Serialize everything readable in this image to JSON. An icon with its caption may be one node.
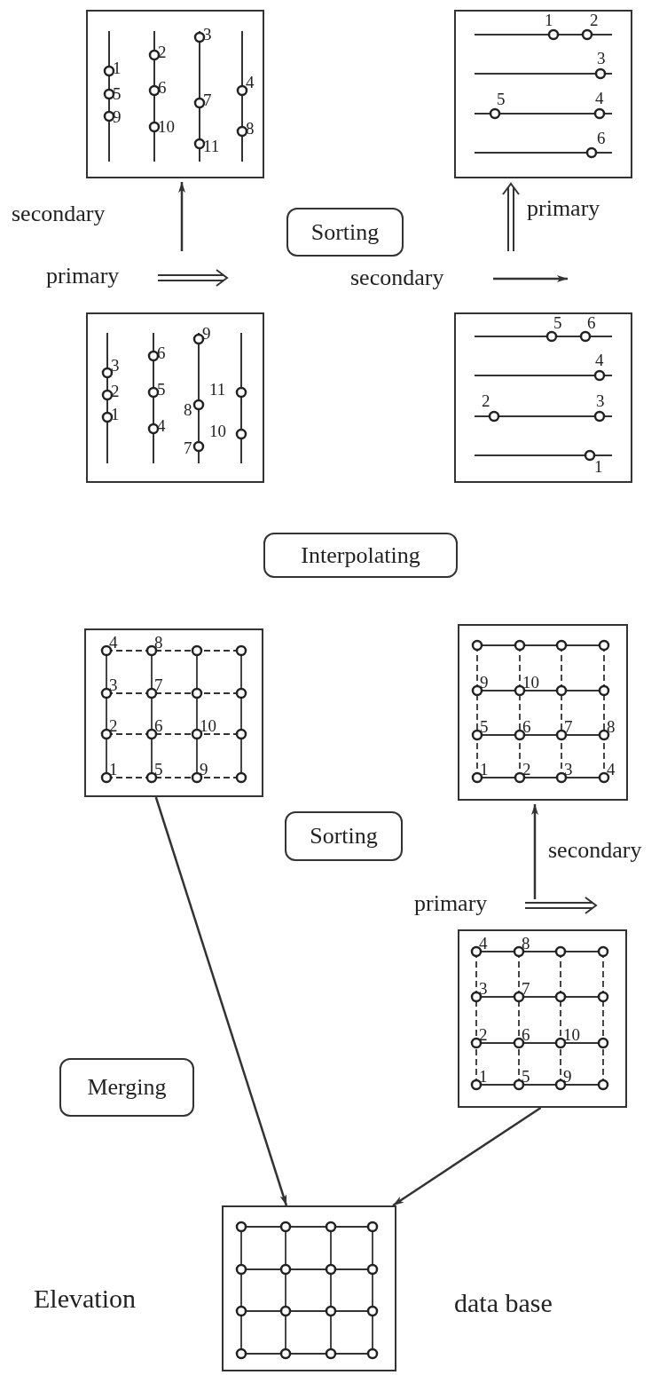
{
  "diagram": {
    "nodes": [
      {
        "text": [
          "1",
          "2",
          "3",
          "4",
          "5",
          "6",
          "7",
          "8",
          "9",
          "10",
          "11"
        ]
      },
      {
        "text": [
          "1",
          "2",
          "3",
          "4",
          "5",
          "6"
        ]
      },
      {
        "text": [
          "Sorting"
        ]
      },
      {
        "text": [
          "9",
          "6",
          "3",
          "5",
          "11",
          "2",
          "8",
          "1",
          "4",
          "10",
          "7"
        ]
      },
      {
        "text": [
          "5",
          "6",
          "4",
          "2",
          "3",
          "1"
        ]
      },
      {
        "text": [
          "Interpolating"
        ]
      },
      {
        "text": [
          "4",
          "8",
          "3",
          "7",
          "2",
          "6",
          "10",
          "1",
          "5",
          "9"
        ]
      },
      {
        "text": [
          "9",
          "10",
          "5",
          "6",
          "7",
          "8",
          "1",
          "2",
          "3",
          "4"
        ]
      },
      {
        "text": [
          "Sorting"
        ]
      },
      {
        "text": [
          "4",
          "8",
          "3",
          "7",
          "2",
          "6",
          "10",
          "1",
          "5",
          "9"
        ]
      },
      {
        "text": [
          "Merging"
        ]
      },
      {
        "text": [],
        "shape": "box"
      }
    ],
    "edges": [
      {
        "from": 6,
        "to": 11,
        "arrow": "to"
      },
      {
        "from": 9,
        "to": 11,
        "arrow": "to"
      }
    ],
    "labels": [
      "secondary",
      "primary",
      "primary",
      "secondary",
      "secondary",
      "primary",
      "Elevation",
      "data base"
    ]
  }
}
